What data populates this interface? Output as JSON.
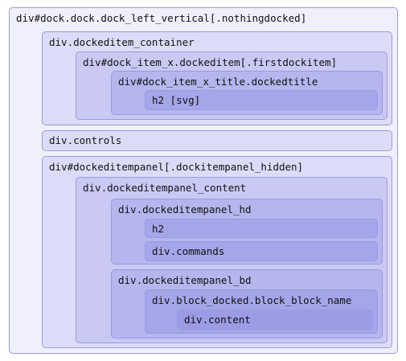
{
  "nodes": {
    "dock": "div#dock.dock.dock_left_vertical[.nothingdocked]",
    "dockeditem_container": "div.dockeditem_container",
    "dock_item_x": "div#dock_item_x.dockeditem[.firstdockitem]",
    "dock_item_x_title": "div#dock_item_x_title.dockedtitle",
    "h2_svg": "h2 [svg]",
    "controls": "div.controls",
    "dockeditempanel": "div#dockeditempanel[.dockitempanel_hidden]",
    "dockeditempanel_content": "div.dockeditempanel_content",
    "dockeditempanel_hd": "div.dockeditempanel_hd",
    "h2": "h2",
    "commands": "div.commands",
    "dockeditempanel_bd": "div.dockeditempanel_bd",
    "block_docked": "div.block_docked.block_block_name",
    "content": "div.content"
  }
}
